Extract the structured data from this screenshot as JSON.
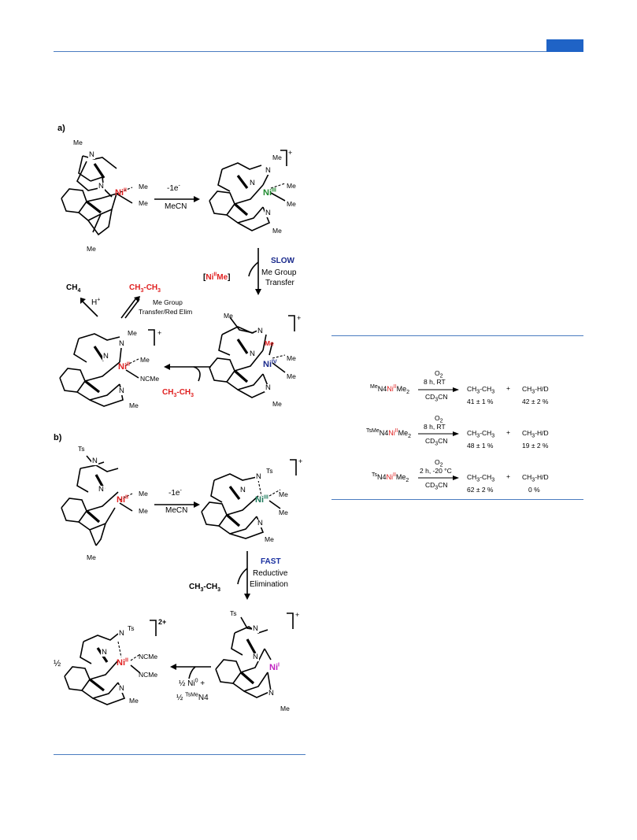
{
  "panel_a": {
    "label": "a)",
    "mol1": {
      "me_top": "Me",
      "me_bottom": "Me",
      "metal": "Ni",
      "metal_ox": "II",
      "ligand_me1": "Me",
      "ligand_me2": "Me",
      "n1": "N",
      "n2": "N"
    },
    "arrow1": {
      "top": "-1e",
      "top_sup": "-",
      "bottom": "MeCN"
    },
    "mol2": {
      "me_top": "Me",
      "me_bottom": "Me",
      "metal": "Ni",
      "metal_ox": "III",
      "ligand_me1": "Me",
      "ligand_me2": "Me",
      "charge": "+",
      "n1": "N",
      "n2": "N"
    },
    "arrow_slow": {
      "speed": "SLOW",
      "line1": "Me Group",
      "line2": "Transfer",
      "byproduct_open": "[",
      "byproduct_metal": "Ni",
      "byproduct_ox": "II",
      "byproduct_me": "Me",
      "byproduct_close": "]"
    },
    "mol3": {
      "me_top": "Me",
      "me_bottom": "Me",
      "metal": "Ni",
      "metal_ox": "IV",
      "ligand_me_red": "Me",
      "ligand_me1": "Me",
      "ligand_me2": "Me",
      "charge": "+",
      "n1": "N",
      "n2": "N"
    },
    "arrow_ethane": {
      "product_ch3a": "CH",
      "product_sub3a": "3",
      "product_dash": "-",
      "product_ch3b": "CH",
      "product_sub3b": "3"
    },
    "mol4": {
      "me_top": "Me",
      "me_bottom": "Me",
      "metal": "Ni",
      "metal_ox": "II",
      "ligand_me": "Me",
      "ligand_ncme": "NCMe",
      "charge": "+",
      "n1": "N",
      "n2": "N"
    },
    "products": {
      "ch4_c": "CH",
      "ch4_sub": "4",
      "h_plus": "H",
      "h_plus_sup": "+",
      "ethane_a": "CH",
      "ethane_sub_a": "3",
      "ethane_dash": "-",
      "ethane_b": "CH",
      "ethane_sub_b": "3",
      "me_transfer_line1": "Me Group",
      "me_transfer_line2": "Transfer/Red Elim"
    }
  },
  "panel_b": {
    "label": "b)",
    "mol1": {
      "ts_top": "Ts",
      "me_bottom": "Me",
      "metal": "Ni",
      "metal_ox": "II",
      "ligand_me1": "Me",
      "ligand_me2": "Me",
      "n1": "N",
      "n2": "N"
    },
    "arrow1": {
      "top": "-1e",
      "top_sup": "-",
      "bottom": "MeCN"
    },
    "mol2": {
      "ts_top": "Ts",
      "me_bottom": "Me",
      "metal": "Ni",
      "metal_ox": "III",
      "ligand_me1": "Me",
      "ligand_me2": "Me",
      "charge": "+",
      "n1": "N",
      "n2": "N"
    },
    "arrow_fast": {
      "speed": "FAST",
      "line1": "Reductive",
      "line2": "Elimination",
      "product_a": "CH",
      "product_sub_a": "3",
      "product_dash": "-",
      "product_b": "CH",
      "product_sub_b": "3"
    },
    "mol3": {
      "ts_top": "Ts",
      "me_bottom": "Me",
      "metal": "Ni",
      "metal_ox": "I",
      "charge": "+",
      "n1": "N",
      "n2": "N"
    },
    "arrow_disp": {
      "line1_frac": "½",
      "line1_ni": "Ni",
      "line1_sup": "0",
      "line1_plus": "+",
      "line2_frac": "½",
      "line2_sup": "TsMe",
      "line2_text": "N4"
    },
    "mol4": {
      "half": "½",
      "ts_top": "Ts",
      "me_bottom": "Me",
      "metal": "Ni",
      "metal_ox": "II",
      "ligand1": "NCMe",
      "ligand2": "NCMe",
      "charge": "2+",
      "n1": "N",
      "n2": "N"
    }
  },
  "table": {
    "rows": [
      {
        "reagent_sup": "Me",
        "reagent_n4": "N4",
        "reagent_ni": "Ni",
        "reagent_ox": "II",
        "reagent_me": "Me",
        "reagent_sub": "2",
        "cond_top": "O",
        "cond_top_sub": "2",
        "cond_mid": "8 h, RT",
        "cond_bottom_a": "CD",
        "cond_bottom_sub": "3",
        "cond_bottom_b": "CN",
        "prod1_a": "CH",
        "prod1_sub_a": "3",
        "prod1_dash": "-CH",
        "prod1_sub_b": "3",
        "plus": "+",
        "prod2_a": "CH",
        "prod2_sub": "3",
        "prod2_b": "-H/D",
        "yield1": "41 ± 1 %",
        "yield2": "42 ± 2 %"
      },
      {
        "reagent_sup": "TsMe",
        "reagent_n4": "N4",
        "reagent_ni": "Ni",
        "reagent_ox": "II",
        "reagent_me": "Me",
        "reagent_sub": "2",
        "cond_top": "O",
        "cond_top_sub": "2",
        "cond_mid": "8 h, RT",
        "cond_bottom_a": "CD",
        "cond_bottom_sub": "3",
        "cond_bottom_b": "CN",
        "prod1_a": "CH",
        "prod1_sub_a": "3",
        "prod1_dash": "-CH",
        "prod1_sub_b": "3",
        "plus": "+",
        "prod2_a": "CH",
        "prod2_sub": "3",
        "prod2_b": "-H/D",
        "yield1": "48 ± 1 %",
        "yield2": "19 ± 2 %"
      },
      {
        "reagent_sup": "Ts",
        "reagent_n4": "N4",
        "reagent_ni": "Ni",
        "reagent_ox": "II",
        "reagent_me": "Me",
        "reagent_sub": "2",
        "cond_top": "O",
        "cond_top_sub": "2",
        "cond_mid": "2 h, -20 °C",
        "cond_bottom_a": "CD",
        "cond_bottom_sub": "3",
        "cond_bottom_b": "CN",
        "prod1_a": "CH",
        "prod1_sub_a": "3",
        "prod1_dash": "-CH",
        "prod1_sub_b": "3",
        "plus": "+",
        "prod2_a": "CH",
        "prod2_sub": "3",
        "prod2_b": "-H/D",
        "yield1": "62 ± 2 %",
        "yield2": "0 %"
      }
    ]
  },
  "colors": {
    "rule": "#4a7cc0",
    "header_box": "#1f63c6",
    "red": "#e02020",
    "green": "#1f8a2e",
    "navy": "#1a2a8c",
    "magenta": "#c020c0",
    "teal": "#1f7a5c"
  }
}
